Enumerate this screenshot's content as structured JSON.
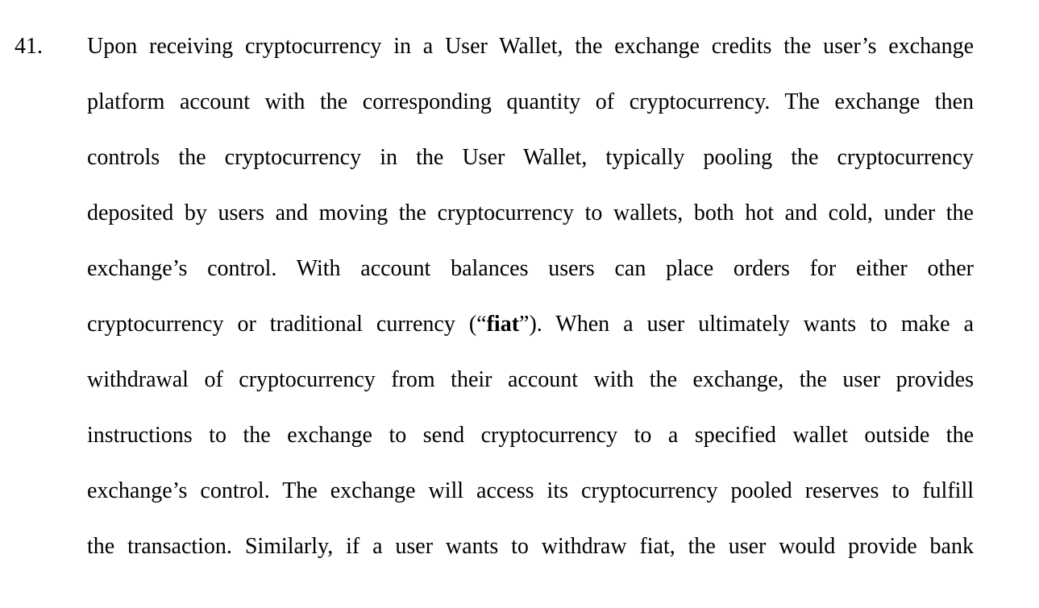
{
  "paragraph": {
    "number": "41.",
    "lines": [
      "Upon receiving cryptocurrency in a User Wallet, the exchange credits the user’s exchange",
      "platform account with the corresponding quantity of cryptocurrency.  The exchange then",
      "controls the cryptocurrency in the User Wallet, typically pooling the cryptocurrency",
      "deposited by users and moving the cryptocurrency to wallets, both hot and cold, under the",
      "exchange’s control. With account balances users can place orders for either other",
      {
        "before": "cryptocurrency or traditional currency (“",
        "bold": "fiat",
        "after": "”). When a user ultimately wants to make a"
      },
      "withdrawal of cryptocurrency from their account with the exchange, the user provides",
      "instructions to the exchange to send cryptocurrency to a specified wallet outside the",
      "exchange’s control.  The exchange will access its cryptocurrency pooled reserves to fulfill",
      "the transaction.  Similarly, if a user wants to withdraw fiat, the user would provide bank"
    ]
  }
}
